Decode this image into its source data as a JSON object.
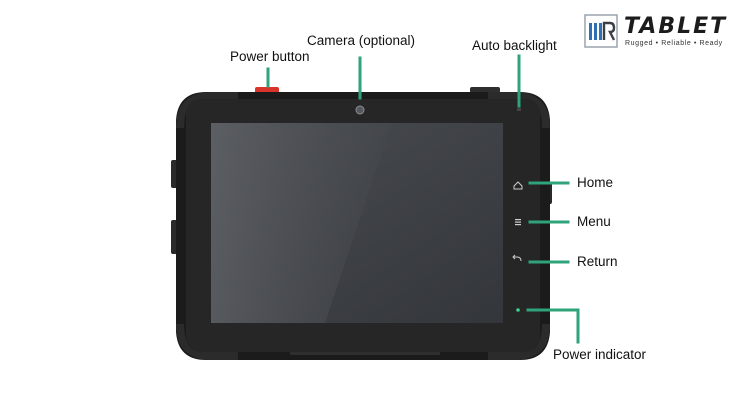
{
  "logo": {
    "mark": "IIIR",
    "wordmark": "TABLET",
    "tagline": "Rugged • Reliable • Ready"
  },
  "callouts": {
    "power_button": "Power button",
    "camera": "Camera (optional)",
    "auto_backlight": "Auto backlight",
    "home": "Home",
    "menu": "Menu",
    "return": "Return",
    "power_indicator": "Power indicator"
  },
  "icons": {
    "home_key": "home-icon",
    "menu_key": "menu-icon",
    "return_key": "return-icon",
    "camera": "camera-lens-icon",
    "power_led": "power-led-icon"
  },
  "colors": {
    "leader_line": "#2fa37a",
    "power_button": "#d8342c",
    "bumper": "#1b1b1b",
    "bezel": "#2a2a2a",
    "screen": "#3b3e43"
  }
}
